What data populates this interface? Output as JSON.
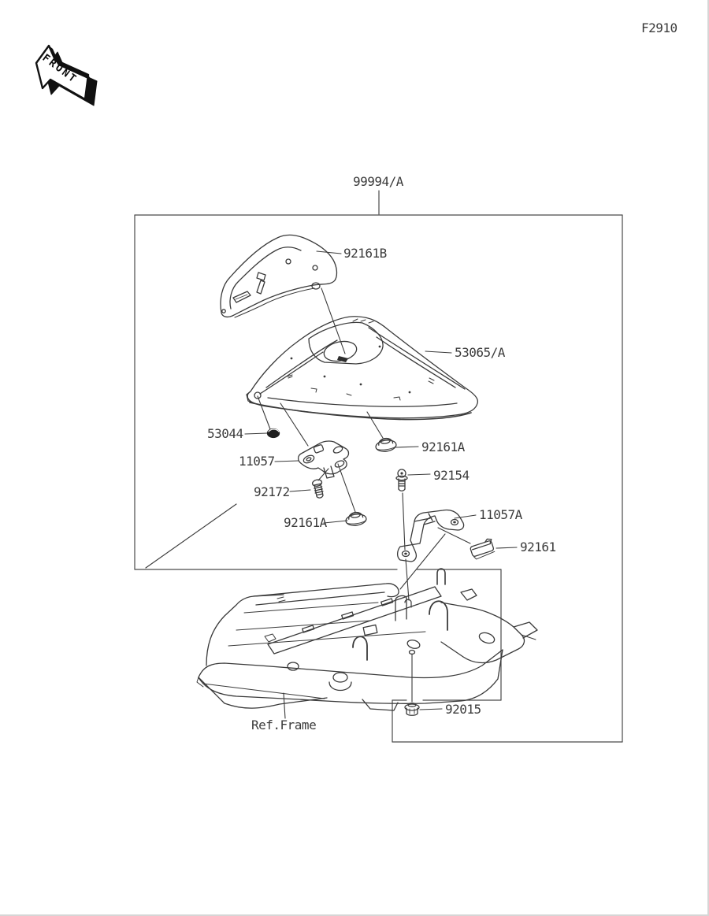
{
  "page": {
    "code": "F2910"
  },
  "front_marker": {
    "label": "FRONT"
  },
  "kit": {
    "label": "99994/A"
  },
  "frame": {
    "label": "Ref.Frame"
  },
  "parts": [
    {
      "id": "92161B"
    },
    {
      "id": "53065/A"
    },
    {
      "id": "53044"
    },
    {
      "id": "11057"
    },
    {
      "id": "92172"
    },
    {
      "id": "92161A"
    },
    {
      "id": "92161A"
    },
    {
      "id": "92154"
    },
    {
      "id": "11057A"
    },
    {
      "id": "92161"
    },
    {
      "id": "92015"
    }
  ],
  "colors": {
    "line": "#3a3a3a",
    "text": "#3b3b3b",
    "arrow_fill": "#111111"
  }
}
